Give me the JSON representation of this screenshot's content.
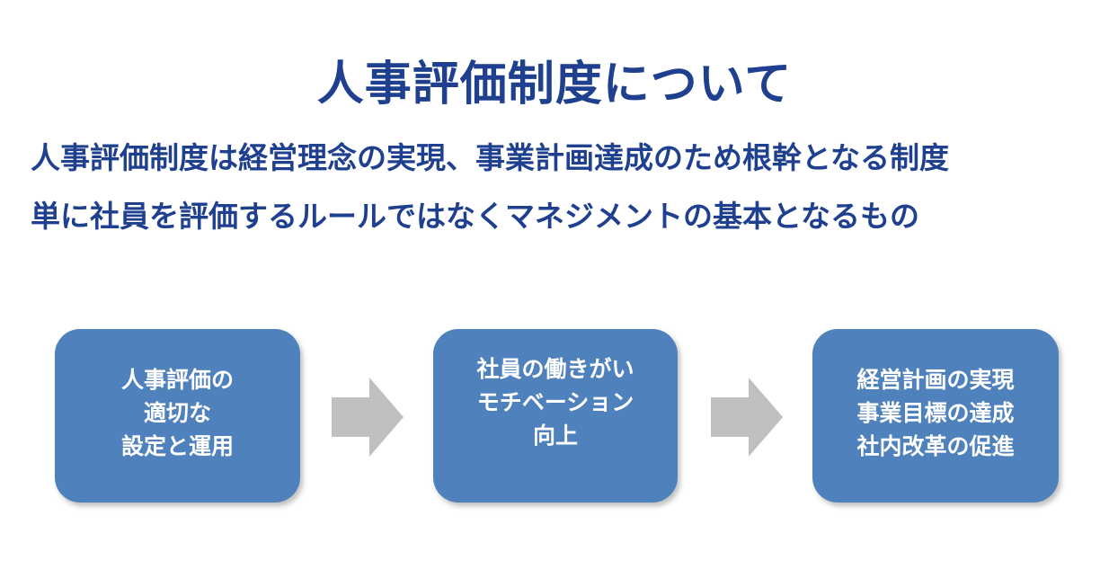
{
  "title": "人事評価制度について",
  "description": [
    "人事評価制度は経営理念の実現、事業計画達成のため根幹となる制度",
    "単に社員を評価するルールではなくマネジメントの基本となるもの"
  ],
  "flow": [
    {
      "lines": [
        "人事評価の",
        "適切な",
        "設定と運用"
      ]
    },
    {
      "lines": [
        "社員の働きがい",
        "モチベーション",
        "向上"
      ]
    },
    {
      "lines": [
        "経営計画の実現",
        "事業目標の達成",
        "社内改革の促進"
      ]
    }
  ],
  "colors": {
    "heading": "#1f3f8f",
    "box_fill": "#4f81bd",
    "box_text": "#ffffff",
    "arrow": "#bfbfbf"
  }
}
